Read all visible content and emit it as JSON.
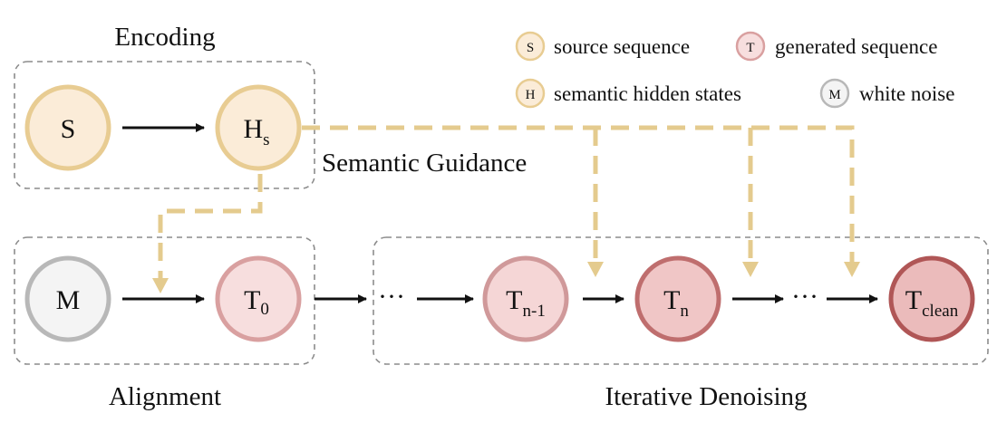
{
  "groups": {
    "encoding": "Encoding",
    "alignment": "Alignment",
    "denoising": "Iterative Denoising"
  },
  "guidance_label": "Semantic Guidance",
  "nodes": {
    "s": "S",
    "hs": {
      "main": "H",
      "sub": "s"
    },
    "m": "M",
    "t0": {
      "main": "T",
      "sub": "0"
    },
    "tn1": {
      "main": "T",
      "sub": "n-1"
    },
    "tn": {
      "main": "T",
      "sub": "n"
    },
    "tclean": {
      "main": "T",
      "sub": "clean"
    }
  },
  "ellipsis": "···",
  "legend": [
    {
      "mark": "S",
      "label": "source sequence",
      "kind": "source"
    },
    {
      "mark": "T",
      "label": "generated sequence",
      "kind": "generated"
    },
    {
      "mark": "H",
      "label": "semantic hidden states",
      "kind": "source"
    },
    {
      "mark": "M",
      "label": "white noise",
      "kind": "noise"
    }
  ],
  "colors": {
    "source_fill": "#fbecd8",
    "source_stroke": "#e8cc92",
    "noise_fill": "#f4f4f4",
    "noise_stroke": "#b8b8b8",
    "gen_light_fill": "#f7dede",
    "gen_light_stroke": "#d9a0a0",
    "gen_mid_fill": "#f0c6c6",
    "gen_mid_stroke": "#bf6e6e",
    "gen_dark_fill": "#ebbbbb",
    "gen_dark_stroke": "#b05656",
    "guidance_dash": "#e4cb8e",
    "group_border": "#8c8c8c",
    "arrow": "#111111"
  }
}
